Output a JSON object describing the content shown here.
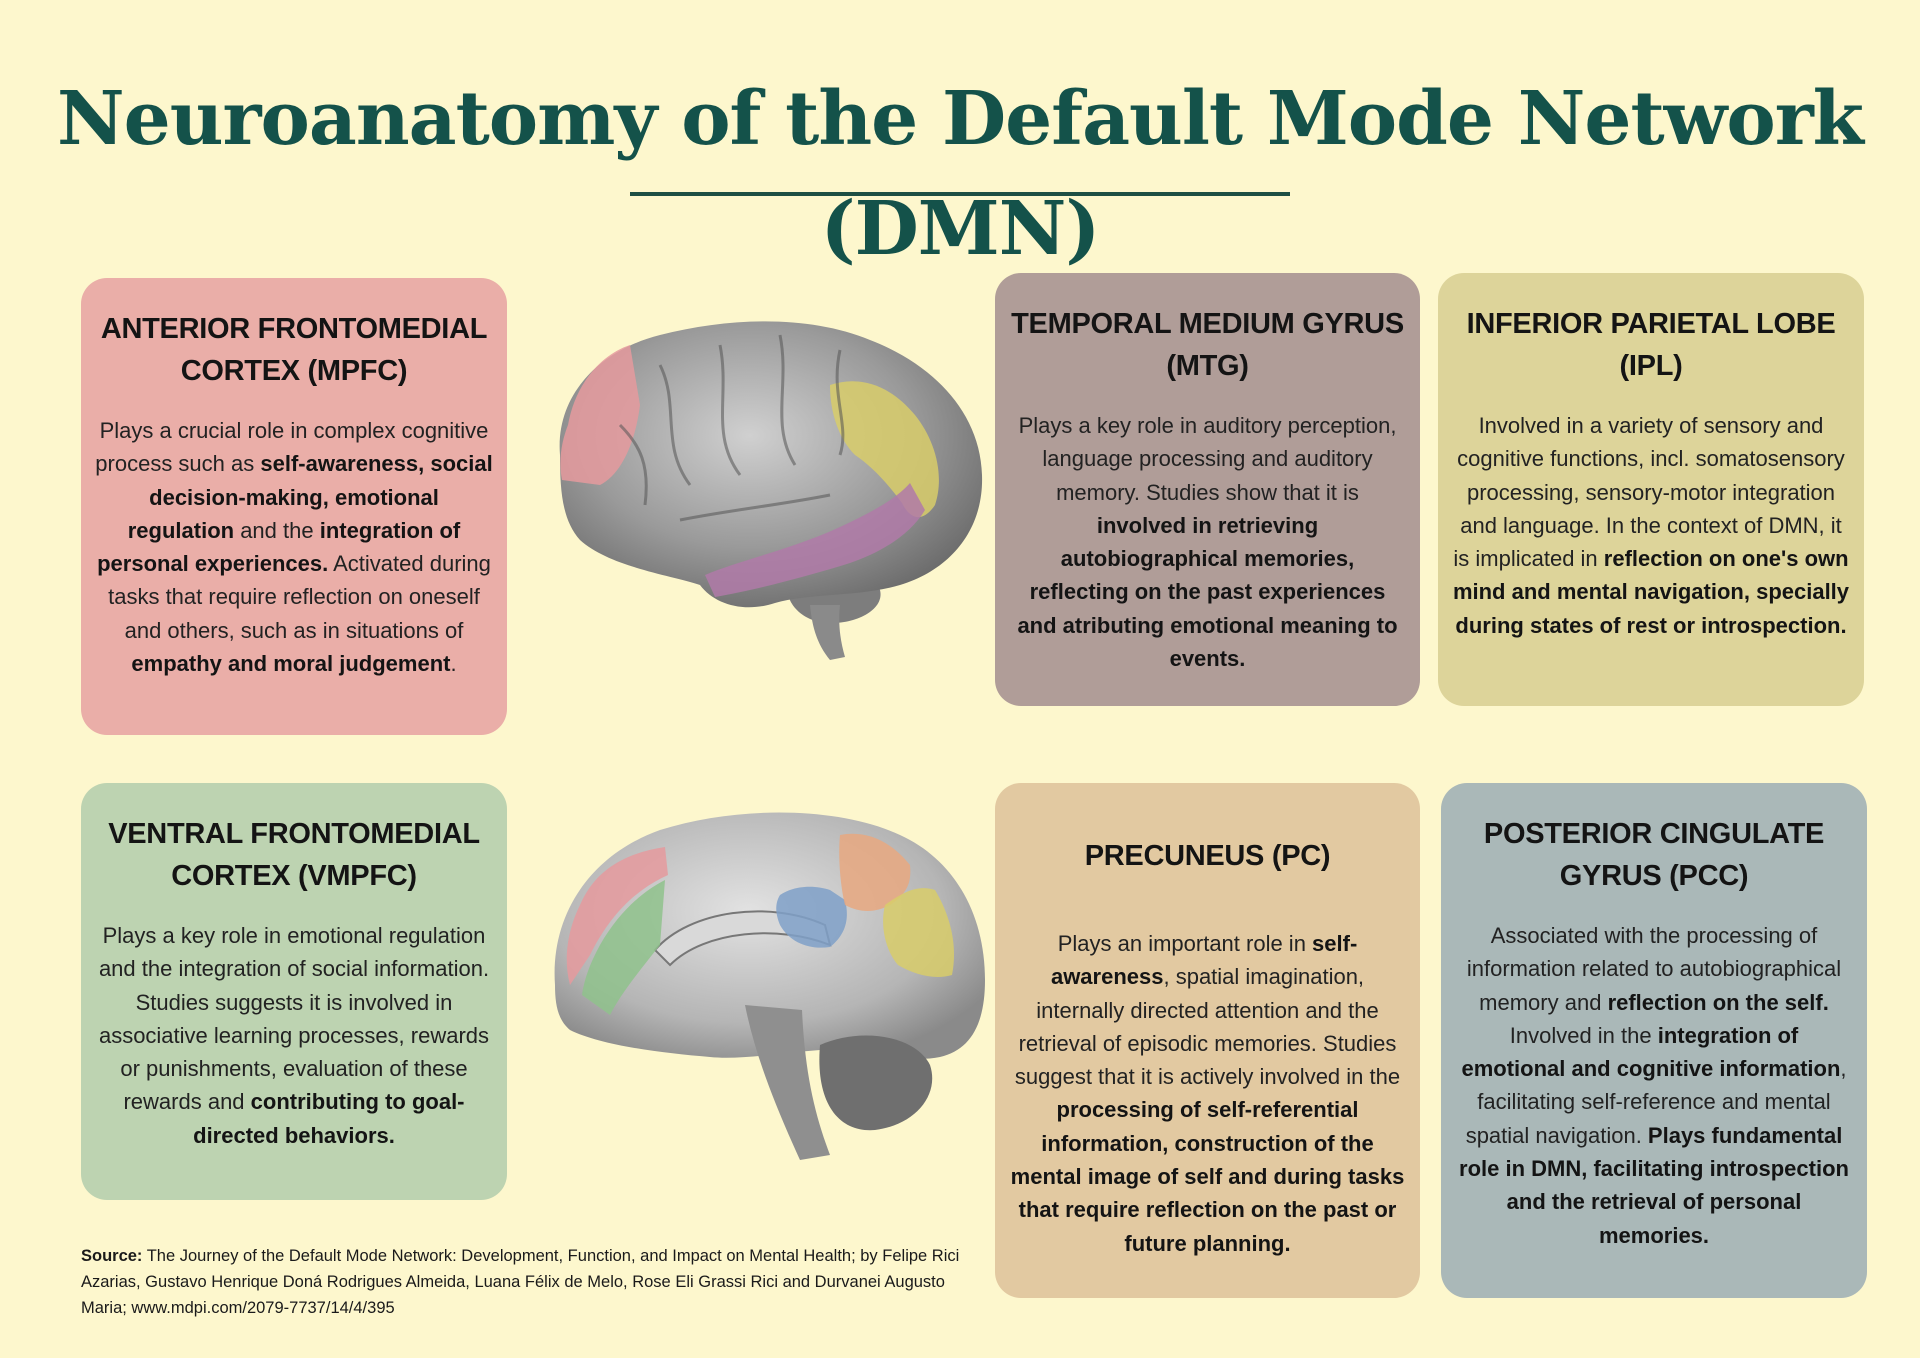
{
  "page": {
    "title": "Neuroanatomy of the Default Mode Network (DMN)",
    "colors": {
      "background": "#fdf7cd",
      "title": "#14524a",
      "mpfc": "#eaaea8",
      "mtg": "#b09d98",
      "ipl": "#ddd49a",
      "vmpfc": "#bdd3b1",
      "pc": "#e2c9a1",
      "pcc": "#aab8b8"
    }
  },
  "cards": {
    "mpfc": {
      "title": "ANTERIOR FRONTOMEDIAL CORTEX (MPFC)",
      "body": [
        {
          "t": "Plays a crucial role in complex cognitive process such as ",
          "b": false
        },
        {
          "t": "self-awareness, social decision-making, emotional regulation",
          "b": true
        },
        {
          "t": " and the ",
          "b": false
        },
        {
          "t": "integration of personal experiences.",
          "b": true
        },
        {
          "t": " Activated during tasks that require reflection on oneself and others, such as in situations of ",
          "b": false
        },
        {
          "t": "empathy and moral judgement",
          "b": true
        },
        {
          "t": ".",
          "b": false
        }
      ]
    },
    "mtg": {
      "title": "TEMPORAL MEDIUM GYRUS (MTG)",
      "body": [
        {
          "t": "Plays a key role in auditory perception, language processing and auditory memory. Studies show that it is ",
          "b": false
        },
        {
          "t": "involved in retrieving autobiographical memories, reflecting on the past experiences and atributing emotional meaning to events.",
          "b": true
        }
      ]
    },
    "ipl": {
      "title": "INFERIOR PARIETAL LOBE (IPL)",
      "body": [
        {
          "t": "Involved in a variety of sensory and cognitive functions, incl. somatosensory processing, sensory-motor integration and language. In the context of DMN, it is implicated in ",
          "b": false
        },
        {
          "t": "reflection on one's own mind and mental navigation, specially during states of rest or introspection.",
          "b": true
        }
      ]
    },
    "vmpfc": {
      "title": "VENTRAL FRONTOMEDIAL CORTEX (VMPFC)",
      "body": [
        {
          "t": "Plays a key role in emotional regulation and the integration of social information. Studies suggests it is involved in associative learning processes, rewards or punishments, evaluation of these rewards and ",
          "b": false
        },
        {
          "t": "contributing to goal-directed behaviors.",
          "b": true
        }
      ]
    },
    "pc": {
      "title": "PRECUNEUS (PC)",
      "body": [
        {
          "t": "Plays an important role in ",
          "b": false
        },
        {
          "t": "self-awareness",
          "b": true
        },
        {
          "t": ", spatial imagination, internally directed attention and the retrieval of episodic memories. Studies suggest that it is actively involved in the ",
          "b": false
        },
        {
          "t": "processing of self-referential information, construction of the mental image of self and during tasks that require reflection on the past or future planning.",
          "b": true
        }
      ]
    },
    "pcc": {
      "title": "POSTERIOR CINGULATE GYRUS (PCC)",
      "body": [
        {
          "t": "Associated with the processing of information related to autobiographical memory and ",
          "b": false
        },
        {
          "t": "reflection on the self.",
          "b": true
        },
        {
          "t": " Involved in the ",
          "b": false
        },
        {
          "t": "integration of emotional and cognitive information",
          "b": true
        },
        {
          "t": ", facilitating self-reference and mental spatial navigation. ",
          "b": false
        },
        {
          "t": "Plays fundamental role in DMN, facilitating introspection and the retrieval of personal memories.",
          "b": true
        }
      ]
    }
  },
  "images": {
    "lateral": {
      "label": "lateral-brain-view",
      "highlighted_regions": [
        "MPFC",
        "IPL",
        "MTG"
      ]
    },
    "medial": {
      "label": "medial-brain-view",
      "highlighted_regions": [
        "MPFC",
        "VMPFC",
        "PCC",
        "PC",
        "IPL"
      ]
    }
  },
  "source": {
    "label": "Source:",
    "text": " The Journey of the Default Mode Network: Development, Function, and Impact on Mental Health; by Felipe Rici Azarias, Gustavo Henrique Doná Rodrigues Almeida, Luana Félix de Melo, Rose Eli Grassi Rici and Durvanei Augusto Maria; www.mdpi.com/2079-7737/14/4/395"
  }
}
